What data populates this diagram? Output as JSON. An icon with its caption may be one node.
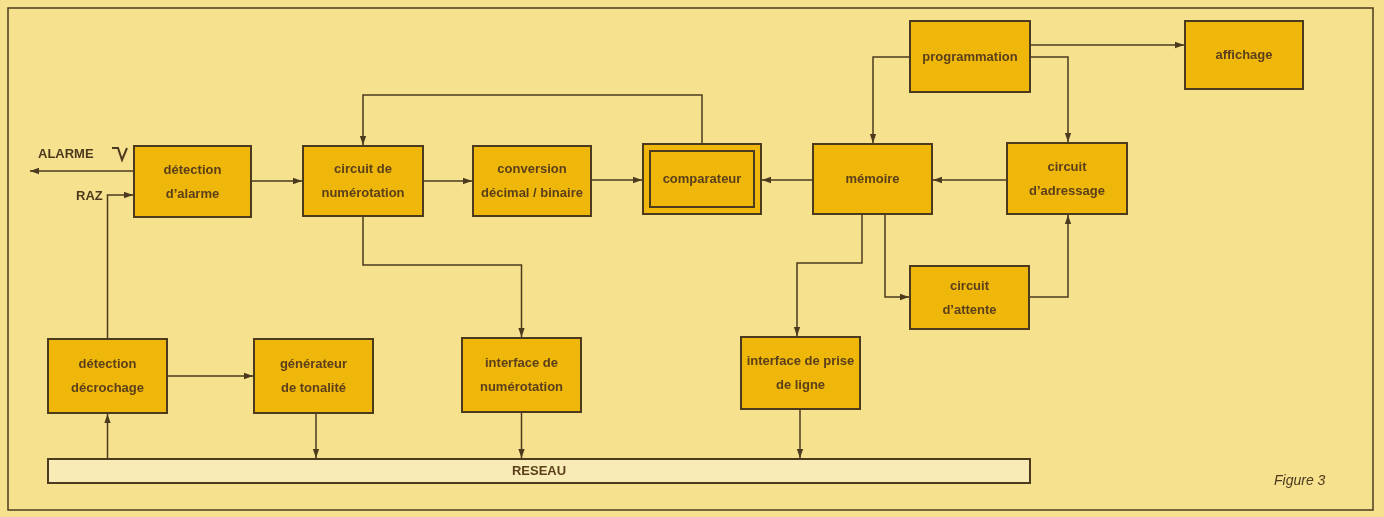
{
  "diagram": {
    "nodes": [
      {
        "text": [
          "programmation"
        ]
      },
      {
        "text": [
          "affichage"
        ]
      },
      {
        "text": [
          "détection d’alarme"
        ]
      },
      {
        "text": [
          "circuit de numérotation"
        ]
      },
      {
        "text": [
          "conversion décimal / binaire"
        ]
      },
      {
        "text": [
          "comparateur"
        ]
      },
      {
        "text": [
          "mémoire"
        ]
      },
      {
        "text": [
          "circuit d’adressage"
        ]
      },
      {
        "text": [
          "circuit d’attente"
        ]
      },
      {
        "text": [
          "détection décrochage"
        ]
      },
      {
        "text": [
          "générateur de tonalité"
        ]
      },
      {
        "text": [
          "interface de numérotation"
        ]
      },
      {
        "text": [
          "interface de prise de ligne"
        ]
      },
      {
        "text": [
          "RESEAU"
        ]
      }
    ],
    "edges": [
      {
        "from": 2,
        "to": null,
        "arrow": "to",
        "label": "ALARME"
      },
      {
        "from": 9,
        "to": 2,
        "arrow": "to",
        "label": "RAZ"
      },
      {
        "from": 2,
        "to": 3,
        "arrow": "to"
      },
      {
        "from": 3,
        "to": 4,
        "arrow": "to"
      },
      {
        "from": 4,
        "to": 5,
        "arrow": "to"
      },
      {
        "from": 6,
        "to": 5,
        "arrow": "to"
      },
      {
        "from": 7,
        "to": 6,
        "arrow": "to"
      },
      {
        "from": 5,
        "to": 3,
        "arrow": "to"
      },
      {
        "from": 0,
        "to": 1,
        "arrow": "to"
      },
      {
        "from": 0,
        "to": 6,
        "arrow": "to"
      },
      {
        "from": 0,
        "to": 7,
        "arrow": "to"
      },
      {
        "from": 6,
        "to": 12,
        "arrow": "to"
      },
      {
        "from": 6,
        "to": 8,
        "arrow": "to"
      },
      {
        "from": 8,
        "to": 7,
        "arrow": "to"
      },
      {
        "from": 3,
        "to": 11,
        "arrow": "to"
      },
      {
        "from": 9,
        "to": 10,
        "arrow": "to"
      },
      {
        "from": 10,
        "to": 13,
        "arrow": "to"
      },
      {
        "from": 11,
        "to": 13,
        "arrow": "to"
      },
      {
        "from": 12,
        "to": 13,
        "arrow": "to"
      },
      {
        "from": 13,
        "to": 9,
        "arrow": "to"
      }
    ],
    "labels": [
      "Figure 3"
    ]
  }
}
